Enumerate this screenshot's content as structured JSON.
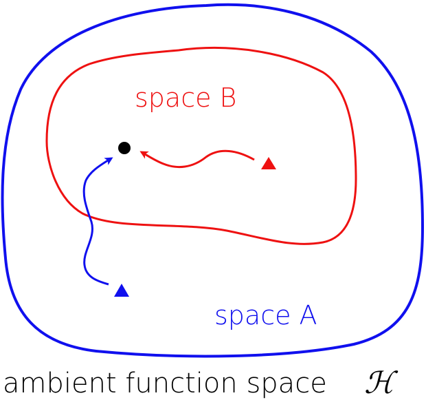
{
  "diagram": {
    "labels": {
      "space_b": "space B",
      "space_a": "space A",
      "ambient": "ambient function space",
      "ambient_symbol": "ℋ"
    },
    "colors": {
      "space_a": "#1010ee",
      "space_b": "#ee1111",
      "target": "#000000",
      "background": "#ffffff"
    }
  }
}
